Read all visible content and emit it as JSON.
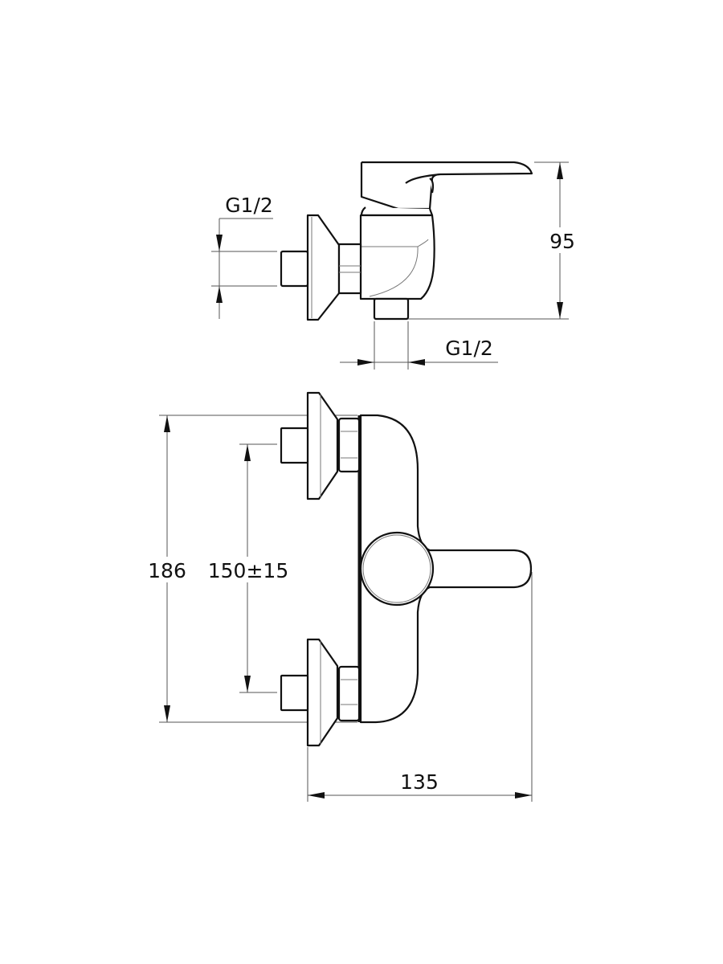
{
  "side_view": {
    "inlet_thread_label": "G1/2",
    "outlet_thread_label": "G1/2",
    "height_label": "95"
  },
  "front_view": {
    "overall_height_label": "186",
    "inlet_spacing_label": "150±15",
    "projection_label": "135"
  }
}
